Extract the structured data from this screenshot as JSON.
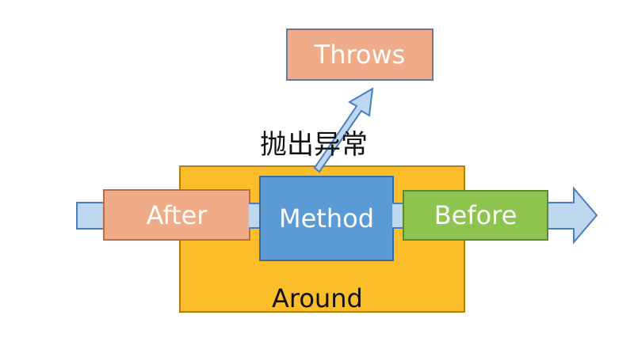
{
  "diagram": {
    "nodes": {
      "after": "After",
      "method": "Method",
      "before": "Before",
      "throws": "Throws",
      "around": "Around"
    },
    "edges": {
      "throw_label": "抛出异常"
    }
  },
  "colors": {
    "around_fill": "#fbbd2a",
    "after_fill": "#f0ab88",
    "throws_fill": "#f0ab88",
    "method_fill": "#5b9bd5",
    "before_fill": "#8cc44f",
    "arrow_fill": "#bdd7ee",
    "arrow_stroke": "#4a7fbf"
  }
}
